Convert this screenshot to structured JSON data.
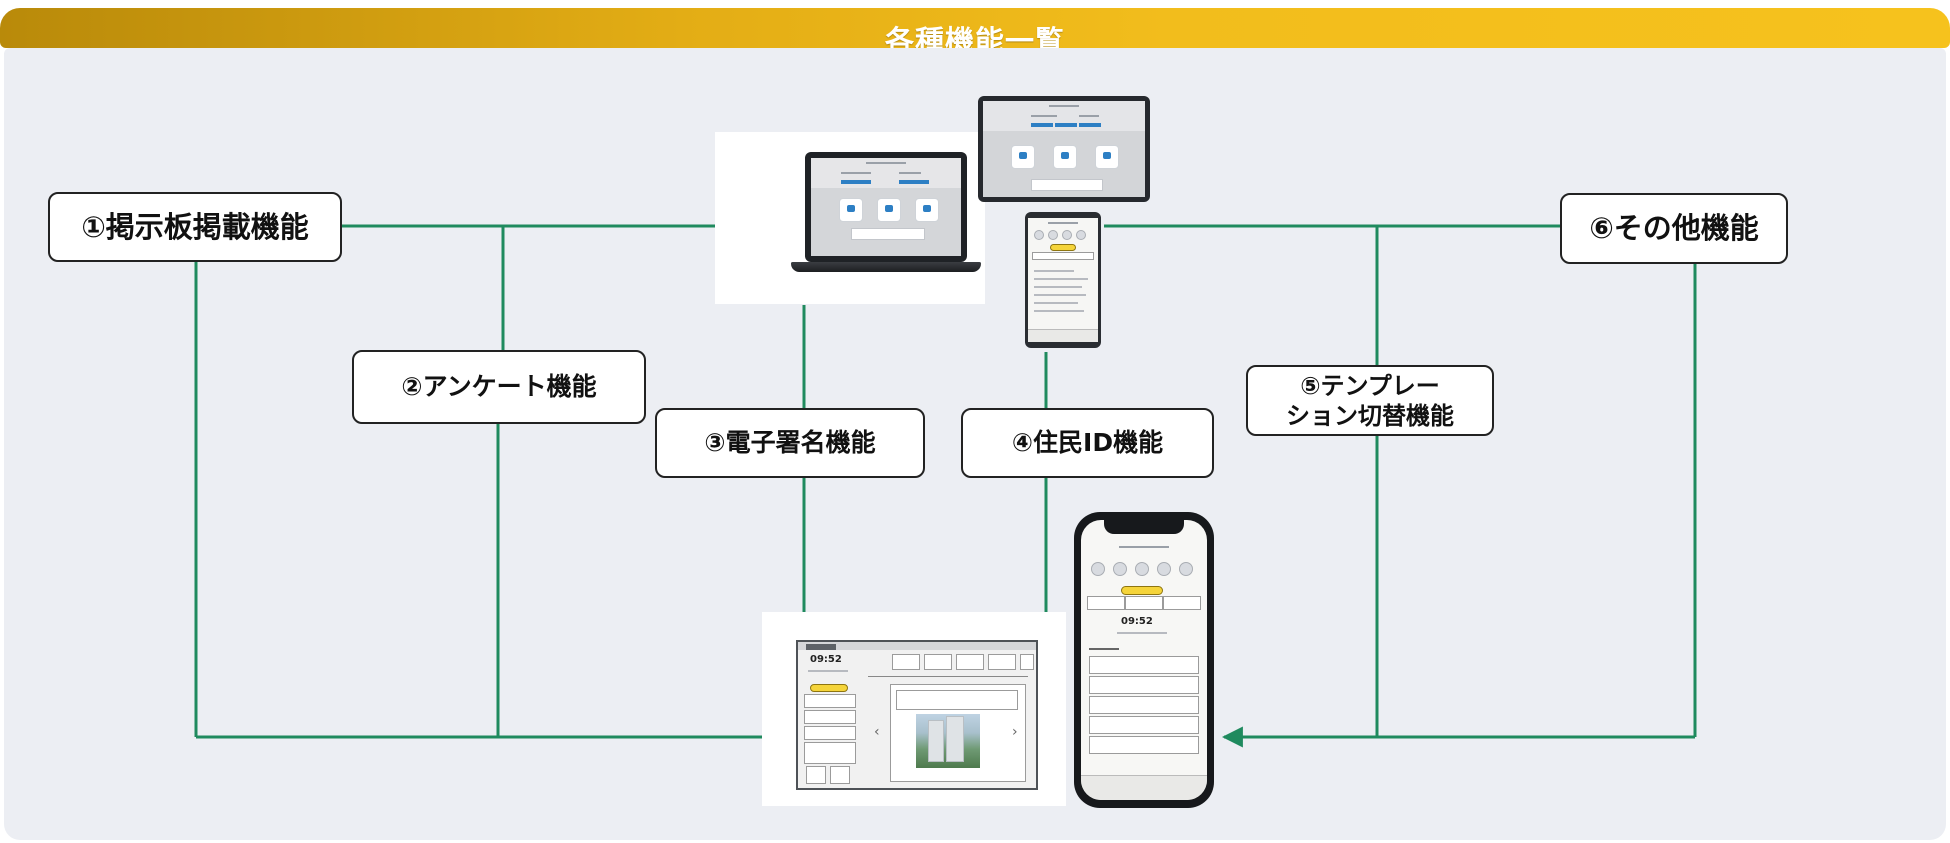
{
  "header": {
    "title": "各種機能一覧"
  },
  "colors": {
    "banner": "#e3ad15",
    "connector": "#1f8a5e",
    "panel": "#eceef3"
  },
  "features": {
    "f1": "①掲示板掲載機能",
    "f2": "②アンケート機能",
    "f3": "③電子署名機能",
    "f4": "④住民ID機能",
    "f5_line1": "⑤テンプレー",
    "f5_line2": "ション切替機能",
    "f6": "⑥その他機能"
  }
}
